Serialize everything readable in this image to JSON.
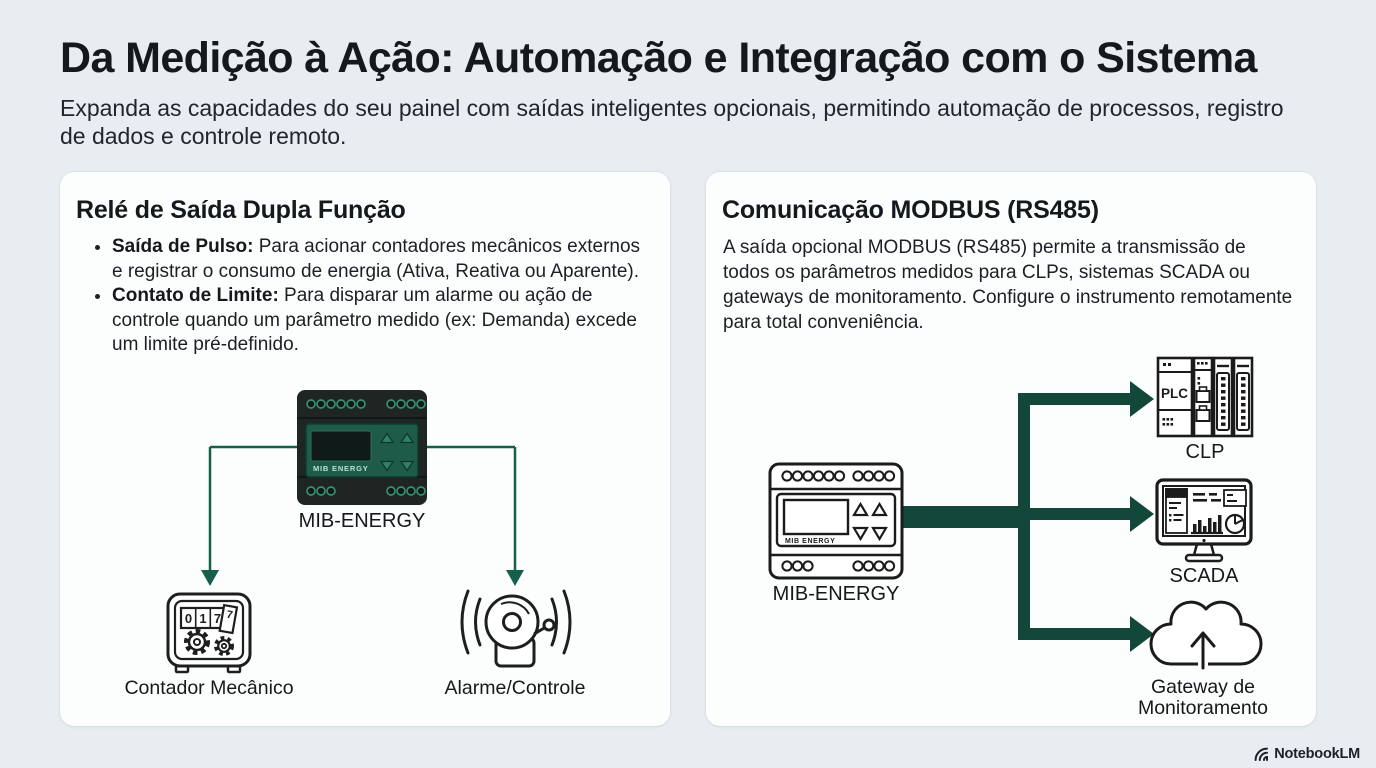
{
  "page": {
    "title": "Da Medição à Ação: Automação e Integração com o Sistema",
    "subtitle": "Expanda as capacidades do seu painel com saídas inteligentes opcionais, permitindo automação de processos, registro de dados e controle remoto."
  },
  "colors": {
    "background": "#e8edf1",
    "card": "#fcfdfd",
    "title_text": "#15191e",
    "body_text": "#1b2026",
    "arrow_green_thick": "#12473a",
    "line_green_thin": "#15604a",
    "device_body_dark": "#1f2522",
    "device_faceplate_green": "#1e5b49",
    "icon_outline": "#1d1f1e"
  },
  "left_card": {
    "title": "Relé de Saída Dupla Função",
    "bullets": [
      {
        "bold": "Saída de Pulso:",
        "text": " Para acionar contadores mecânicos externos e registrar o consumo de energia (Ativa, Reativa ou Aparente)."
      },
      {
        "bold": "Contato de Limite:",
        "text": " Para disparar um alarme ou ação de controle quando um parâmetro medido (ex: Demanda) excede um limite pré-definido."
      }
    ],
    "device": {
      "label": "MIB-ENERGY",
      "faceplate_text": "MIB ENERGY"
    },
    "counter": {
      "digit1": "0",
      "digit2": "1",
      "digit3": "7",
      "flap_digit": "7"
    },
    "node_left_label": "Contador Mecânico",
    "node_right_label": "Alarme/Controle"
  },
  "right_card": {
    "title": "Comunicação MODBUS (RS485)",
    "paragraph": "A saída opcional MODBUS (RS485) permite a transmissão de todos os parâmetros medidos para CLPs, sistemas SCADA ou gateways de monitoramento. Configure o instrumento remotamente para total conveniência.",
    "device": {
      "label": "MIB-ENERGY",
      "faceplate_text": "MIB ENERGY"
    },
    "plc_label": "PLC",
    "node_clp_label": "CLP",
    "node_scada_label": "SCADA",
    "node_gateway_label_line1": "Gateway de",
    "node_gateway_label_line2": "Monitoramento"
  },
  "footer": {
    "brand": "NotebookLM"
  }
}
